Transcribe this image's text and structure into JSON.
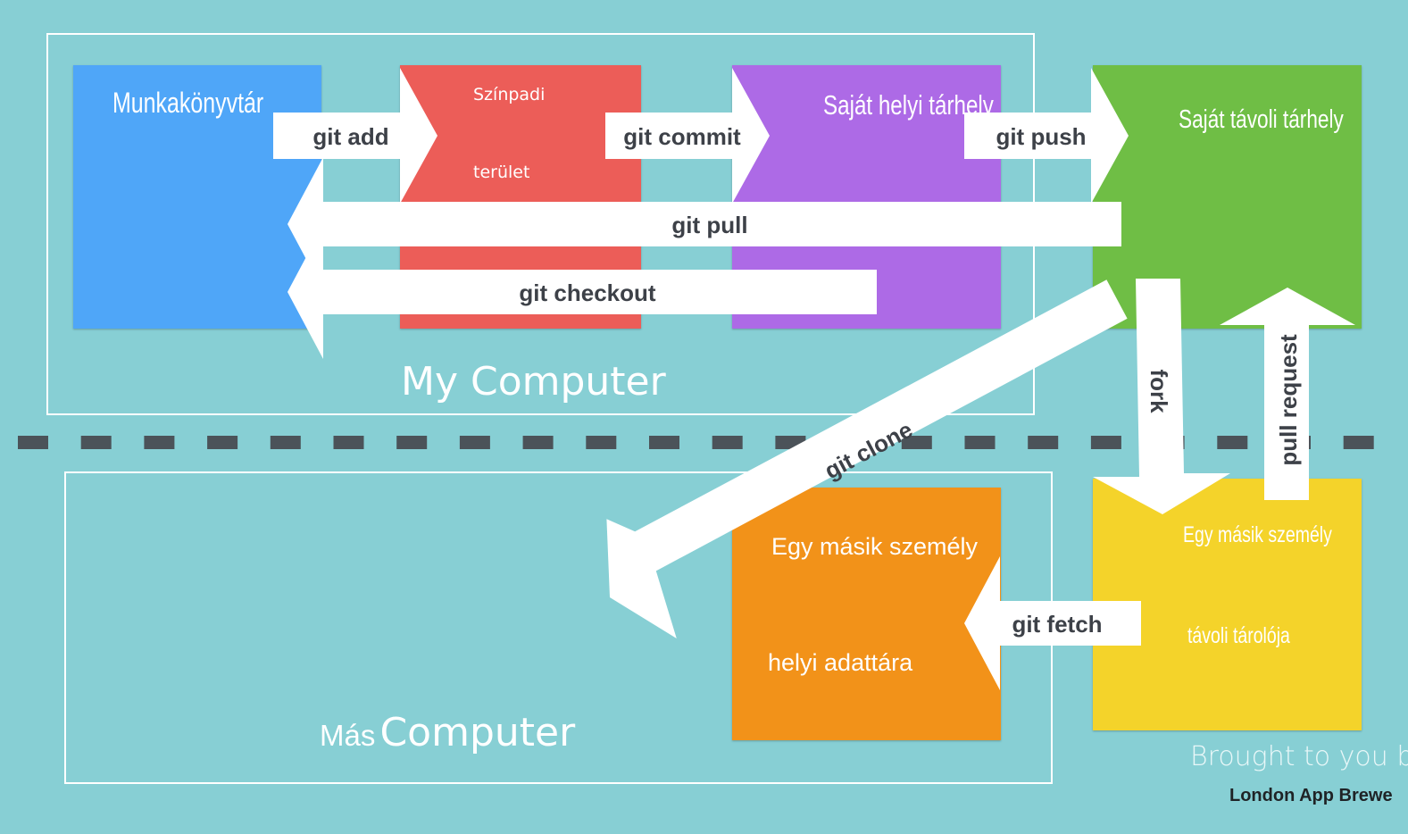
{
  "regions": {
    "my_computer": "My Computer",
    "other_computer_prefix": "Más",
    "other_computer_suffix": "Computer"
  },
  "boxes": {
    "working_directory": "Munkakönyvtár",
    "staging_line1": "Színpadi",
    "staging_line2": "terület",
    "local_repo": "Saját helyi tárhely",
    "remote_repo": "Saját távoli tárhely",
    "other_local_line1": "Egy másik személy",
    "other_local_line2": "helyi adattára",
    "other_remote_line1": "Egy másik személy",
    "other_remote_line2": "távoli tárolója"
  },
  "commands": {
    "git_add": "git add",
    "git_commit": "git commit",
    "git_push": "git push",
    "git_pull": "git pull",
    "git_checkout": "git checkout",
    "git_clone": "git clone",
    "fork": "fork",
    "pull_request": "pull request",
    "git_fetch": "git fetch"
  },
  "credit": {
    "brought": "Brought to you by",
    "company": "London App Brewe"
  },
  "colors": {
    "background": "#87cfd4",
    "working_directory": "#4fa6f8",
    "staging": "#ec5d58",
    "local_repo": "#ad6ae6",
    "remote_repo": "#6fbe45",
    "other_local": "#f29219",
    "other_remote": "#f4d32a",
    "arrow": "#ffffff",
    "arrow_text": "#3d4148",
    "divider": "#4b5359"
  }
}
